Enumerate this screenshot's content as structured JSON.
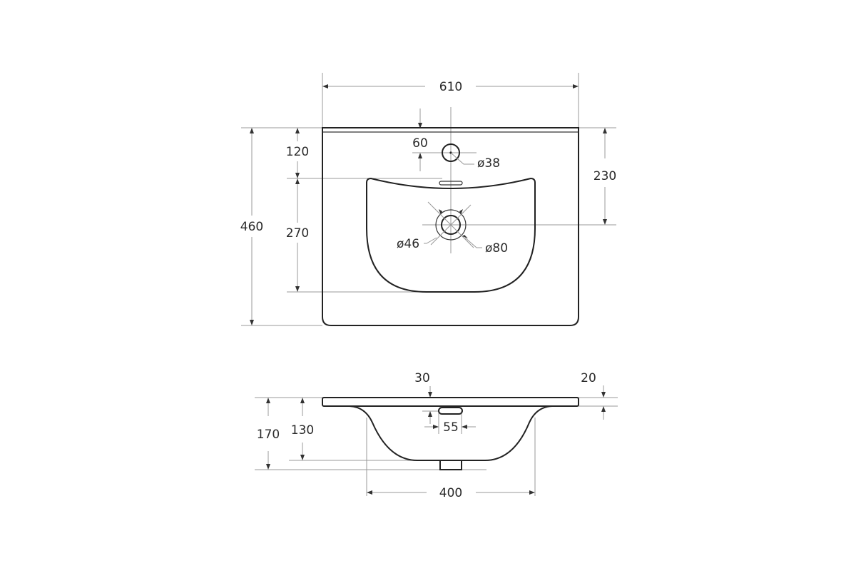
{
  "top_view": {
    "width": "610",
    "depth": "460",
    "faucet_offset": "120",
    "basin_depth": "270",
    "drain_offset": "230",
    "faucet_hole_margin": "60",
    "faucet_hole_diameter": "ø38",
    "drain_diameter": "ø46",
    "drain_outer_diameter": "ø80"
  },
  "side_view": {
    "total_height": "170",
    "bowl_height": "130",
    "slab_offset": "30",
    "slab_thickness": "20",
    "overflow_width": "55",
    "bowl_width": "400"
  }
}
